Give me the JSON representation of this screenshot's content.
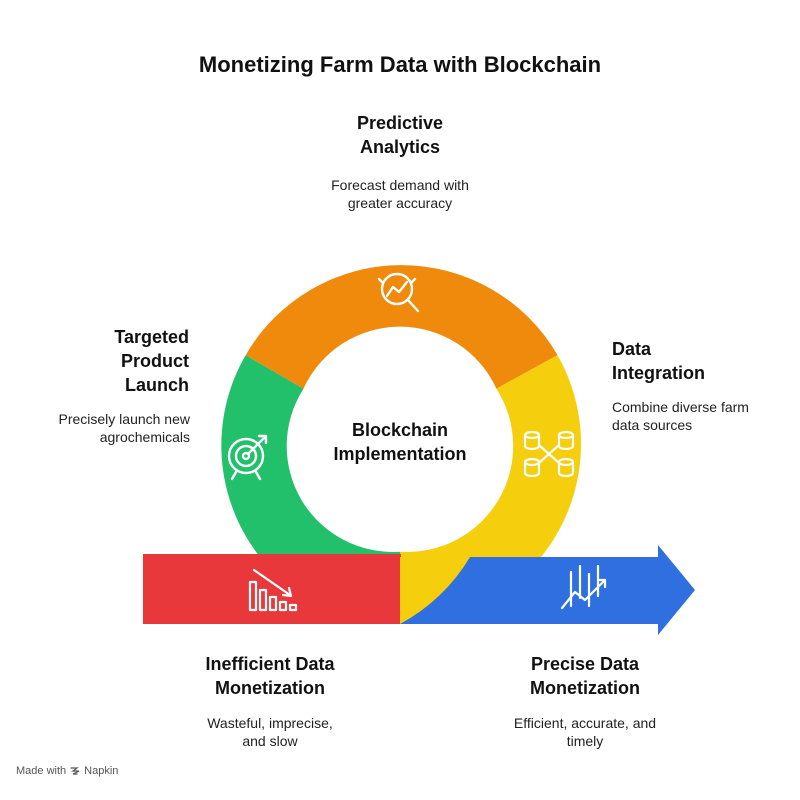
{
  "title": "Monetizing Farm Data with Blockchain",
  "center_label": "Blockchain Implementation",
  "stages": [
    {
      "id": "predictive-analytics",
      "heading": "Predictive Analytics",
      "description": "Forecast demand with greater accuracy",
      "color": "#F08A0C",
      "icon": "analytics-magnifier-icon"
    },
    {
      "id": "data-integration",
      "heading": "Data Integration",
      "description": "Combine diverse farm data sources",
      "color": "#F5CF0E",
      "icon": "database-merge-icon"
    },
    {
      "id": "targeted-product-launch",
      "heading": "Targeted Product Launch",
      "description": "Precisely launch new agrochemicals",
      "color": "#22C06A",
      "icon": "target-icon"
    }
  ],
  "outcomes": [
    {
      "id": "inefficient-data-monetization",
      "heading": "Inefficient Data Monetization",
      "description": "Wasteful, imprecise, and slow",
      "color": "#E8383B",
      "icon": "declining-chart-icon"
    },
    {
      "id": "precise-data-monetization",
      "heading": "Precise Data Monetization",
      "description": "Efficient, accurate, and timely",
      "color": "#2F6FE0",
      "icon": "rising-chart-icon"
    }
  ],
  "footer": {
    "made_with": "Made with",
    "brand": "Napkin",
    "icon": "napkin-logo-icon"
  }
}
